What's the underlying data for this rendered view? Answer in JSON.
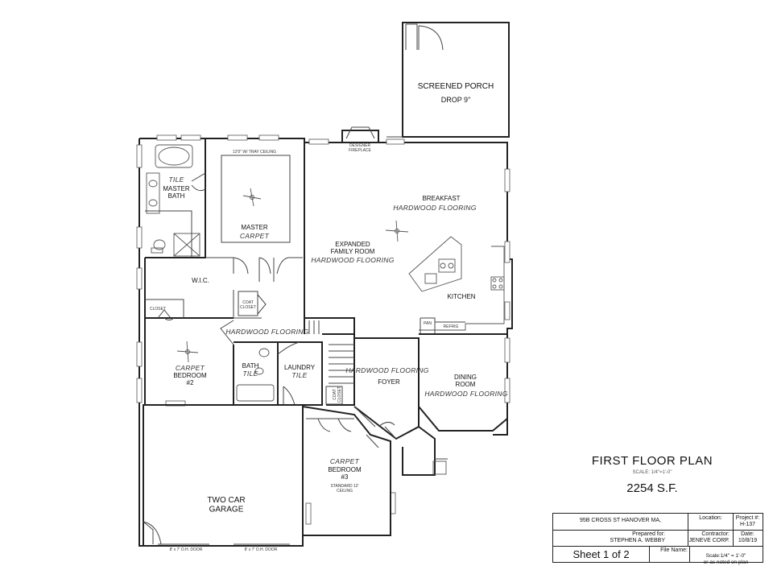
{
  "rooms": {
    "screened_porch": "SCREENED PORCH",
    "screened_porch_note": "DROP 9\"",
    "fireplace": "DESIGNER\nFIREPLACE",
    "tray_ceiling": "12'0\" W/ TRAY CEILING",
    "master_bath_tile": "TILE",
    "master_bath": "MASTER\nBATH",
    "master": "MASTER",
    "master_floor": "CARPET",
    "breakfast": "BREAKFAST",
    "breakfast_floor": "HARDWOOD FLOORING",
    "family_room": "EXPANDED\nFAMILY ROOM",
    "family_floor": "HARDWOOD FLOORING",
    "kitchen": "KITCHEN",
    "pan": "PAN",
    "refrig": "REFRIG",
    "wic": "W.I.C.",
    "coat_closet": "COAT\nCLOSET",
    "closet": "CLOSET",
    "hall_floor": "HARDWOOD FLOORING",
    "bedroom2_floor": "CARPET",
    "bedroom2": "BEDROOM\n#2",
    "bath": "BATH",
    "bath_floor": "TILE",
    "laundry": "LAUNDRY",
    "laundry_floor": "TILE",
    "coat_closet2": "COAT\nCLOSET",
    "foyer_floor": "HARDWOOD FLOORING",
    "foyer": "FOYER",
    "dining": "DINING\nROOM",
    "dining_floor": "HARDWOOD FLOORING",
    "bedroom3_floor": "CARPET",
    "bedroom3": "BEDROOM\n#3",
    "bedroom3_ceiling": "STANDARD 12'\nCEILING",
    "garage": "TWO CAR\nGARAGE",
    "garage_door1": "8' x 7' O.H. DOOR",
    "garage_door2": "8' x 7' O.H. DOOR"
  },
  "title": {
    "plan_name": "FIRST FLOOR  PLAN",
    "scale": "SCALE: 1/4\"=1'-0\"",
    "area": "2254 S.F."
  },
  "title_block": {
    "address": "95B CROSS ST HANOVER MA,",
    "location_label": "Location:",
    "project_label": "Project #:",
    "project_no": "H-137",
    "prepared_label": "Prepared for:",
    "prepared_name": "STEPHEN A. WEBBY",
    "contractor_label": "Contractor:",
    "contractor_name": "JENEVE CORP.",
    "date_label": "Date:",
    "date": "10/8/19",
    "sheet": "Sheet 1 of 2",
    "file_label": "File Name:",
    "scale_note": "Scale:1/4\" = 1'-0\"\nor as noted on plan"
  }
}
